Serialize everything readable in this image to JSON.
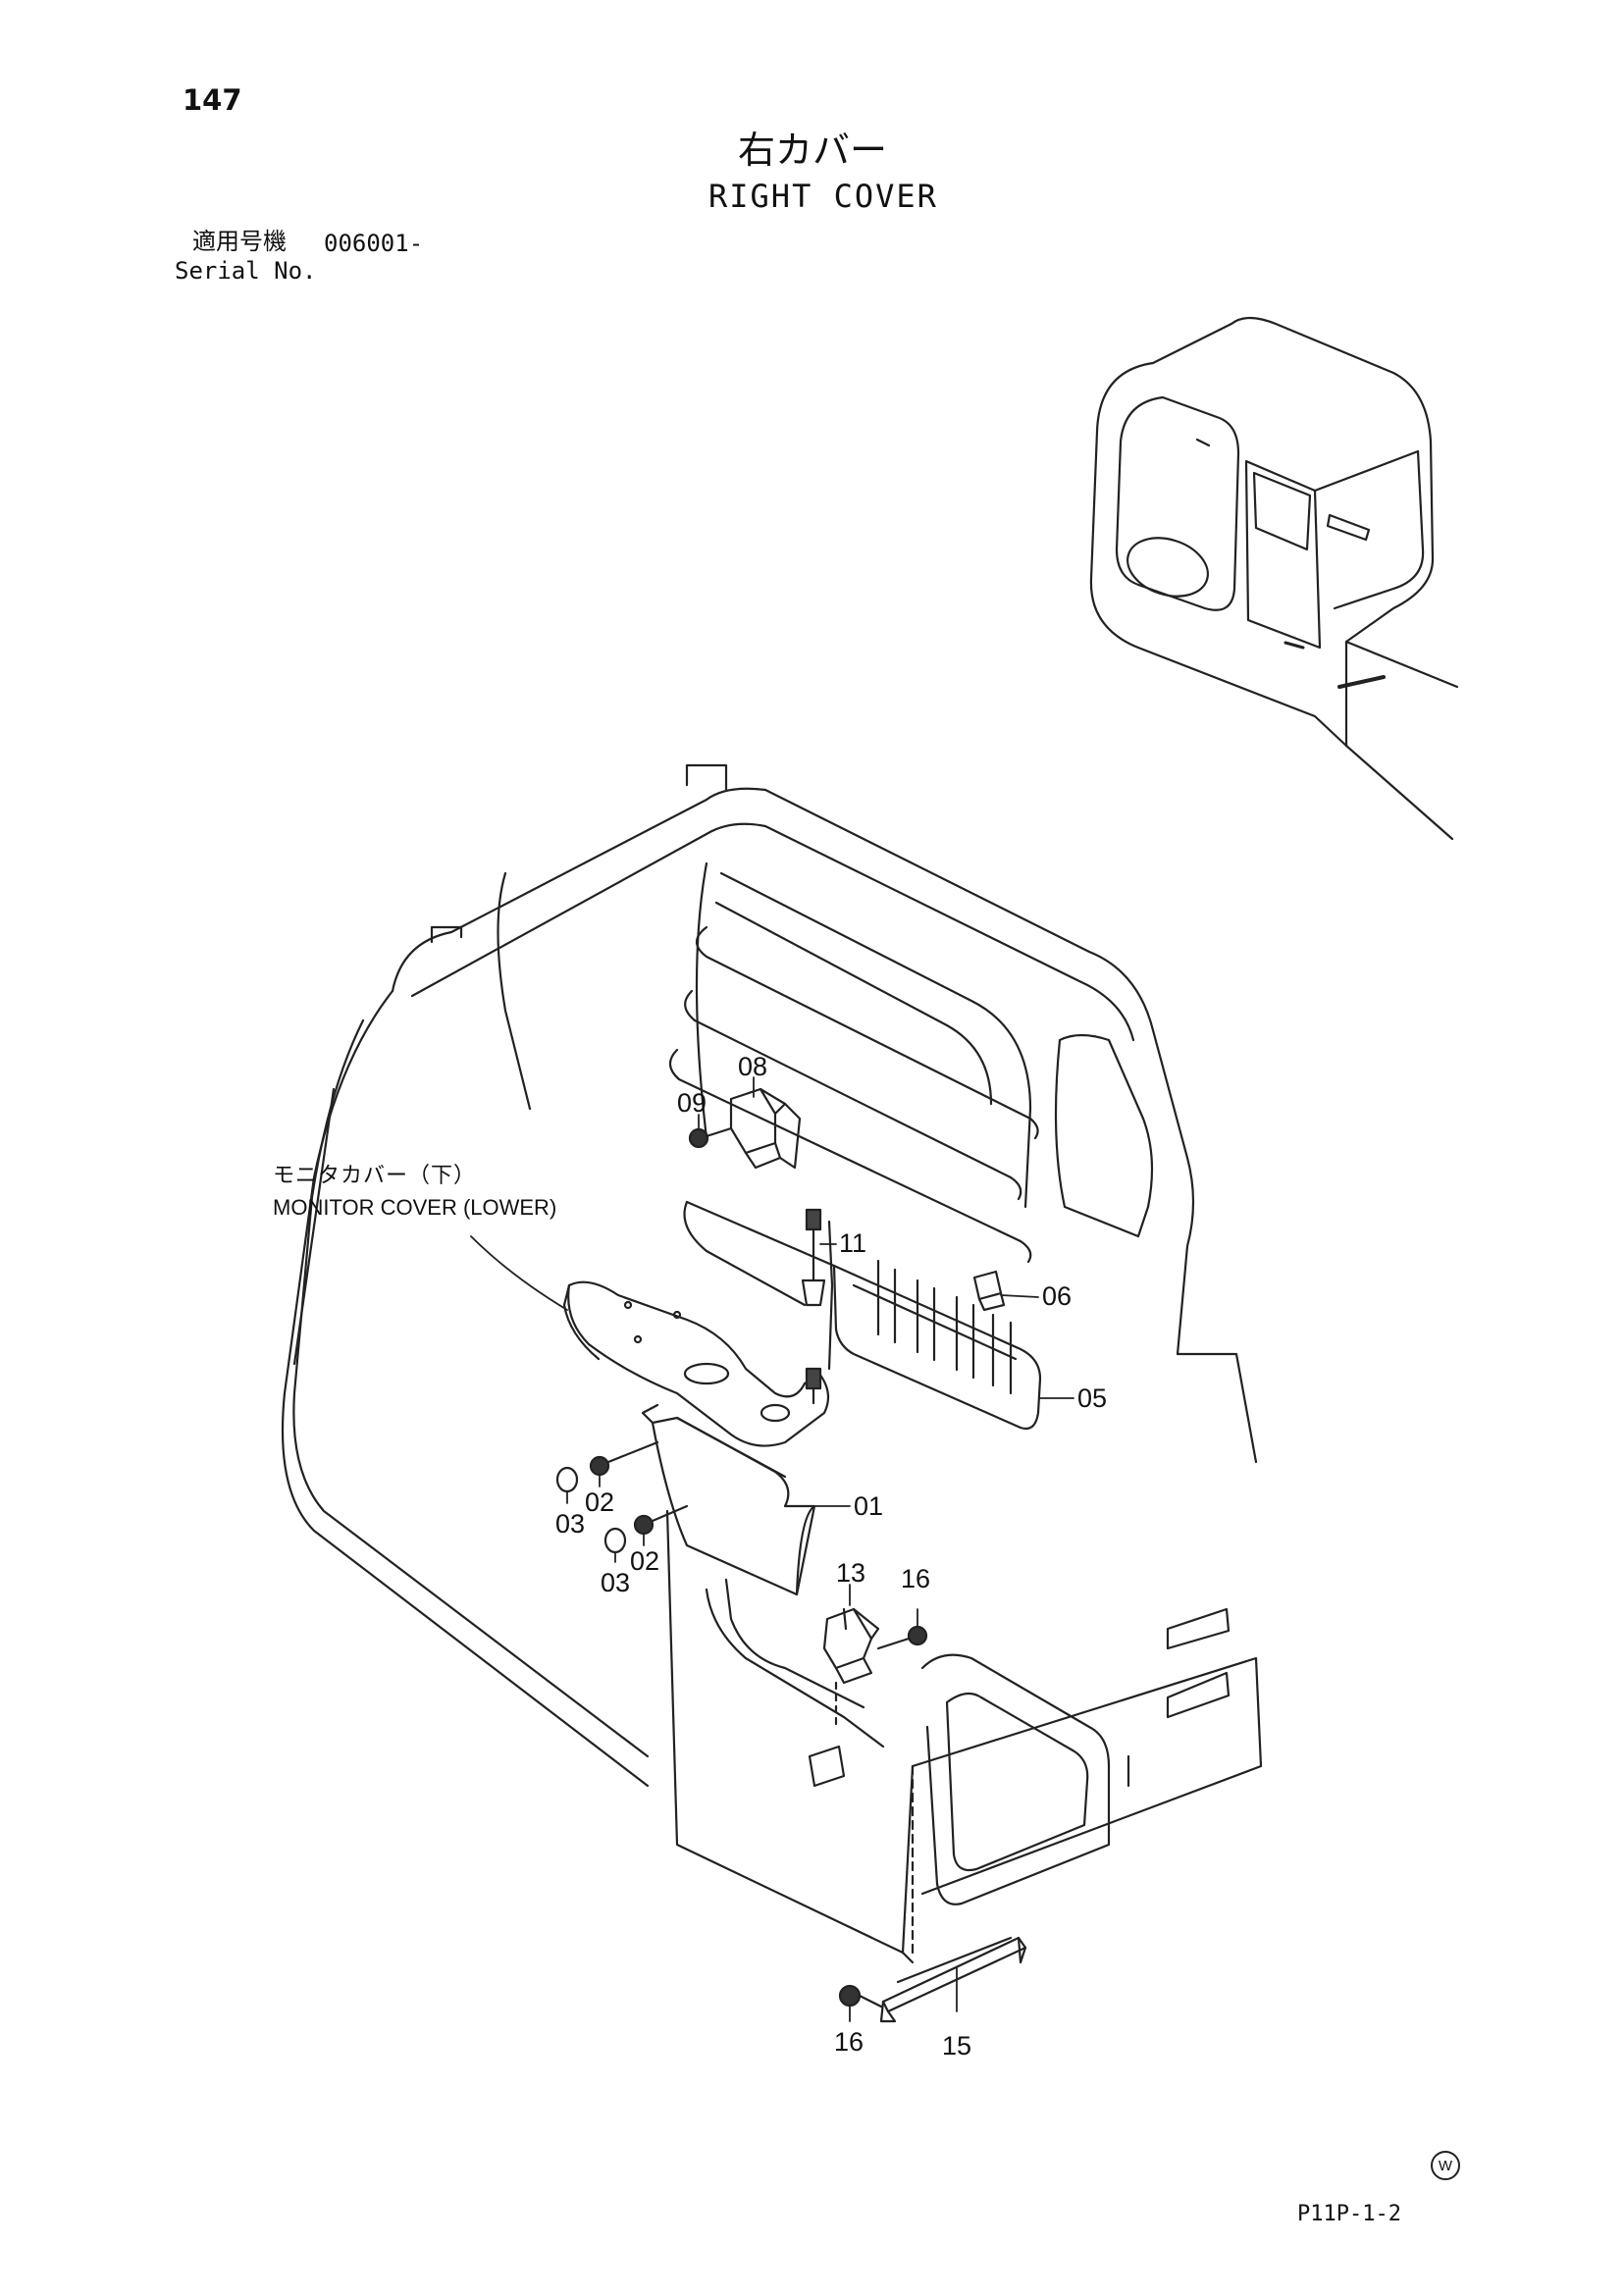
{
  "header": {
    "page_number": "147",
    "title_jp": "右カバー",
    "title_en": "RIGHT COVER",
    "serial_label_jp": "適用号機",
    "serial_value": "006001-",
    "serial_label_en": "Serial No."
  },
  "annotation": {
    "monitor_cover_jp": "モニタカバー（下）",
    "monitor_cover_en": "MONITOR COVER (LOWER)"
  },
  "callouts": [
    "01",
    "02",
    "02",
    "03",
    "03",
    "05",
    "06",
    "08",
    "09",
    "11",
    "13",
    "15",
    "16",
    "16"
  ],
  "footer": {
    "watermark_letter": "W",
    "page_code": "P11P-1-2"
  }
}
